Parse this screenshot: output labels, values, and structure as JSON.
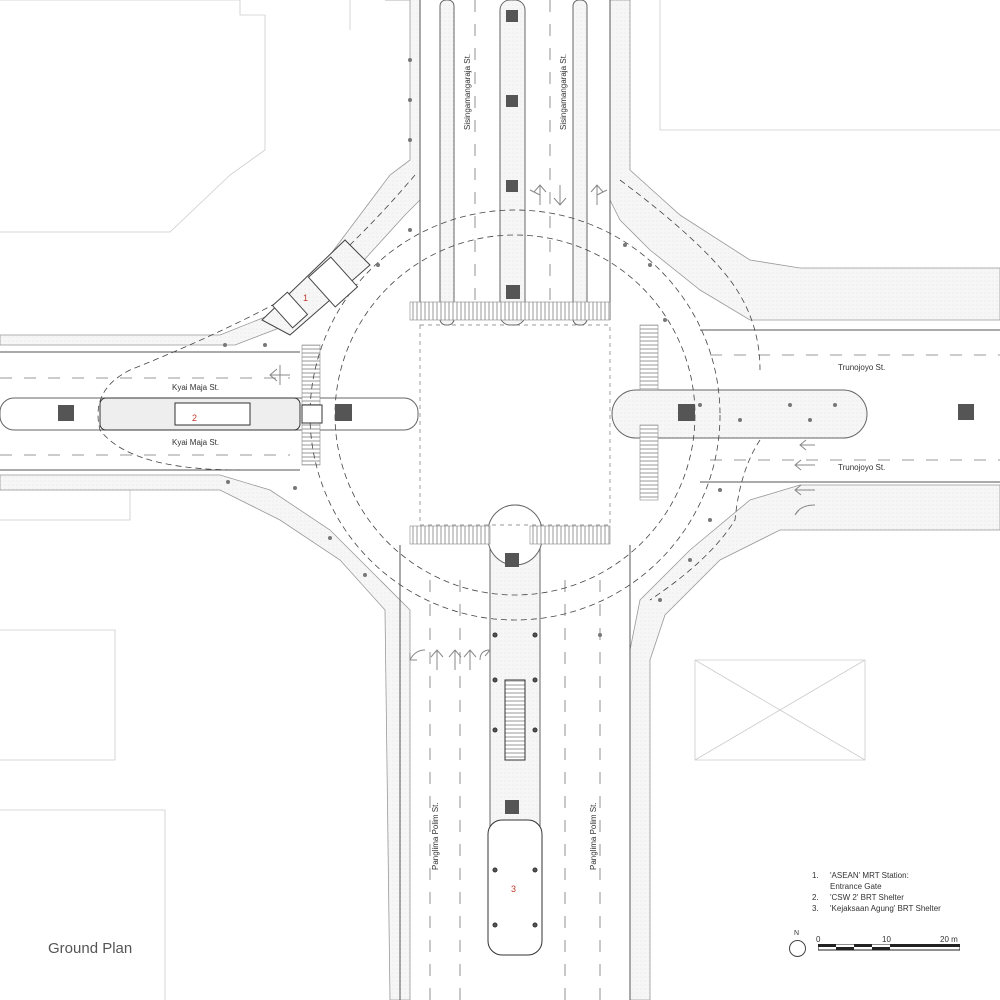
{
  "title": "Ground Plan",
  "streets": {
    "north_left": "Sisingamangaraja St.",
    "north_right": "Sisingamangaraja St.",
    "west_top": "Kyai Maja St.",
    "west_bottom": "Kyai Maja St.",
    "east_top": "Trunojoyo St.",
    "east_bottom": "Trunojoyo St.",
    "south_left": "Panglima Polim St.",
    "south_right": "Panglima Polim St."
  },
  "markers": [
    "1",
    "2",
    "3"
  ],
  "legend": [
    {
      "num": "1.",
      "text": "'ASEAN' MRT Station:",
      "cont": "Entrance Gate"
    },
    {
      "num": "2.",
      "text": "'CSW 2' BRT Shelter"
    },
    {
      "num": "3.",
      "text": "'Kejaksaan Agung' BRT Shelter"
    }
  ],
  "north_label": "N",
  "scale": {
    "t0": "0",
    "t1": "10",
    "t2": "20 m"
  },
  "colors": {
    "line": "#555555",
    "light": "#bbbbbb",
    "fill": "#f3f3f3",
    "marker": "#c0392b",
    "column": "#555555"
  }
}
